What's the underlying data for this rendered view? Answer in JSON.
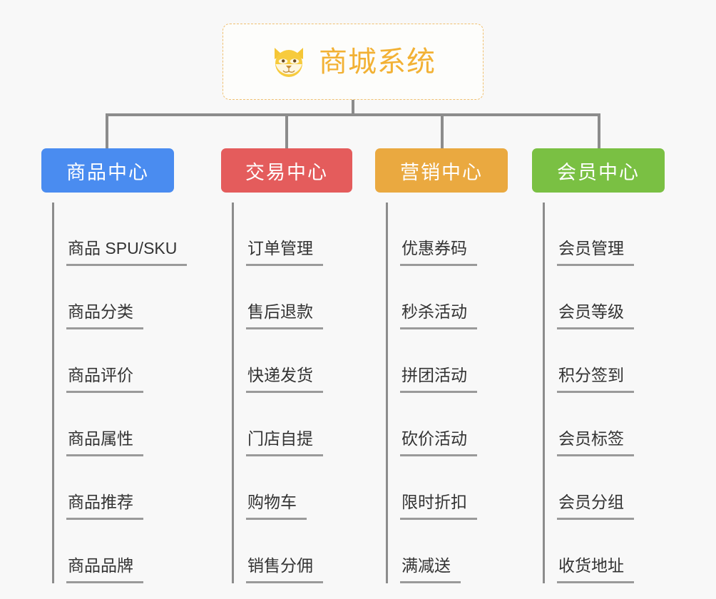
{
  "background_color": "#f8f8f8",
  "root": {
    "title": "商城系统",
    "icon": "dog-face-emoji",
    "text_color": "#f2b134",
    "border_color": "#f0c070"
  },
  "branches": [
    {
      "label": "商品中心",
      "color": "#4a8cf0",
      "items": [
        "商品 SPU/SKU",
        "商品分类",
        "商品评价",
        "商品属性",
        "商品推荐",
        "商品品牌"
      ]
    },
    {
      "label": "交易中心",
      "color": "#e45c5c",
      "items": [
        "订单管理",
        "售后退款",
        "快递发货",
        "门店自提",
        "购物车",
        "销售分佣"
      ]
    },
    {
      "label": "营销中心",
      "color": "#eaa940",
      "items": [
        "优惠券码",
        "秒杀活动",
        "拼团活动",
        "砍价活动",
        "限时折扣",
        "满减送"
      ]
    },
    {
      "label": "会员中心",
      "color": "#7ac043",
      "items": [
        "会员管理",
        "会员等级",
        "积分签到",
        "会员标签",
        "会员分组",
        "收货地址"
      ]
    }
  ],
  "connector_color": "#8c8c8c",
  "leaf_text_color": "#333333",
  "leaf_rule_color": "#9a9a9a"
}
